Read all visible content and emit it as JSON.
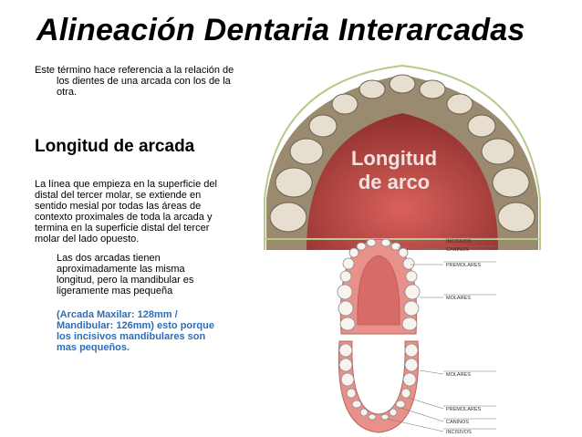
{
  "slide": {
    "title": "Alineación Dentaria Interarcadas",
    "intro": "Este término hace referencia a la relación de los dientes de una arcada con los de la otra.",
    "section_heading": "Longitud de arcada",
    "paragraph1": "La línea que empieza en la superficie del distal del tercer molar, se extiende en sentido mesial por todas las áreas de contexto proximales de toda la arcada y termina en la superficie distal del tercer molar del lado opuesto.",
    "paragraph2": "Las dos arcadas tienen aproximadamente las misma longitud, pero la mandibular es ligeramente mas pequeña",
    "paragraph3": "(Arcada Maxilar: 128mm / Mandibular: 126mm) esto porque los incisivos mandibulares son mas pequeños."
  },
  "photo": {
    "caption_line1": "Longitud",
    "caption_line2": "de arco"
  },
  "diagram": {
    "upper_labels": [
      "INCISIVOS",
      "CANINOS",
      "PREMOLARES",
      "MOLARES"
    ],
    "lower_labels": [
      "MOLARES",
      "PREMOLARES",
      "CANINOS",
      "INCISIVOS"
    ]
  },
  "colors": {
    "title": "#000000",
    "highlight_text": "#2a6ebb",
    "gum": "#e5837a",
    "palate": "#c94f4a",
    "frame_line": "#b8c98a"
  }
}
